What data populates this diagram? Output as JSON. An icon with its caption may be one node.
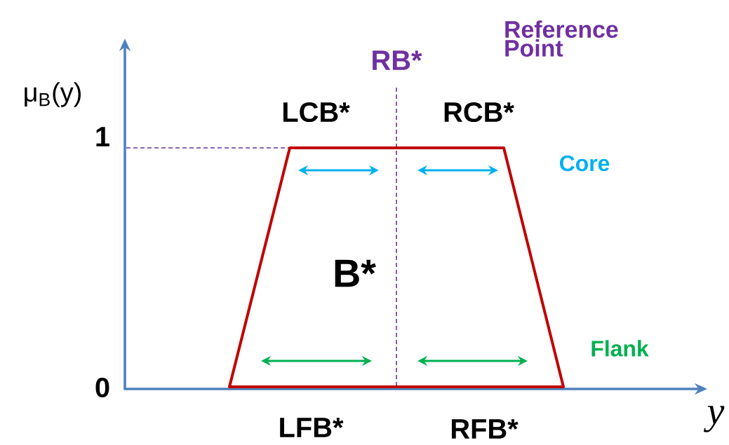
{
  "diagram": {
    "labels": [
      "μ$_{B}$(y)",
      "1",
      "0",
      "RB*",
      "Reference Point",
      "LCB*",
      "RCB*",
      "Core",
      "B*",
      "Flank",
      "LFB*",
      "RFB*",
      "y"
    ]
  }
}
